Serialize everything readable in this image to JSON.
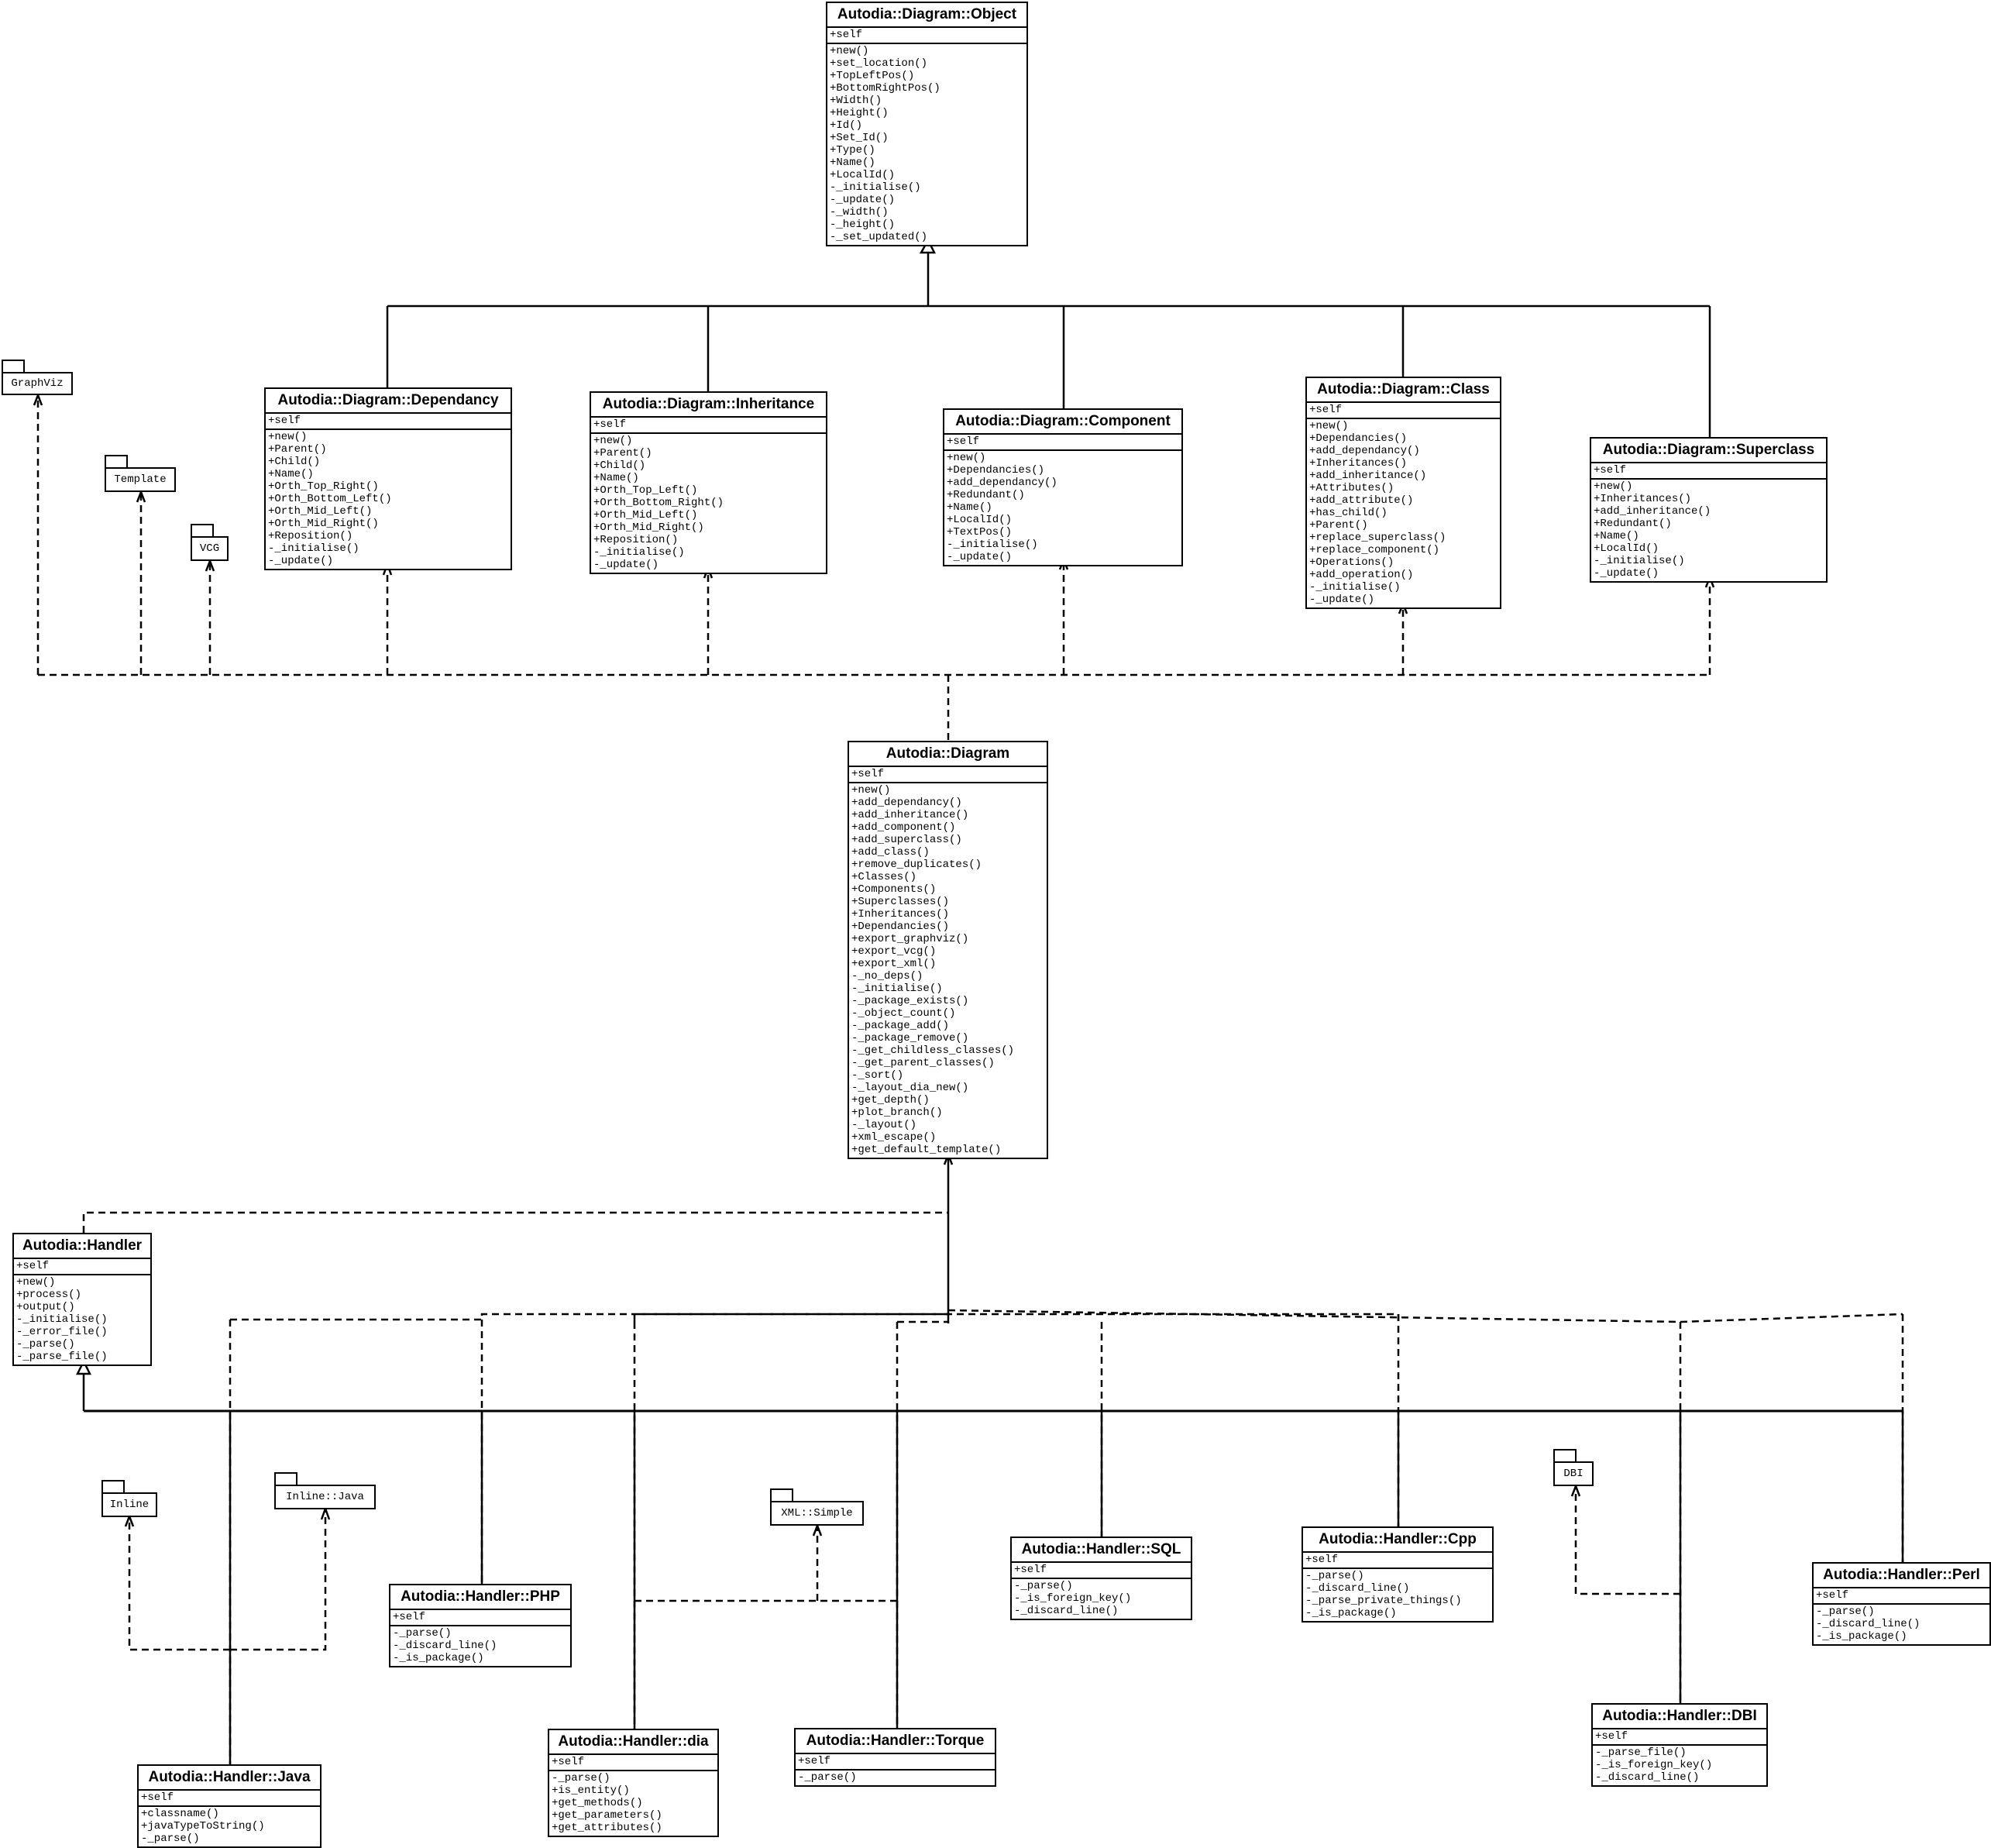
{
  "classes": [
    {
      "id": "object",
      "name": "Autodia::Diagram::Object",
      "attrs": [
        "+self"
      ],
      "ops": [
        "+new()",
        "+set_location()",
        "+TopLeftPos()",
        "+BottomRightPos()",
        "+Width()",
        "+Height()",
        "+Id()",
        "+Set_Id()",
        "+Type()",
        "+Name()",
        "+LocalId()",
        "-_initialise()",
        "-_update()",
        "-_width()",
        "-_height()",
        "-_set_updated()"
      ]
    },
    {
      "id": "dependancy",
      "name": "Autodia::Diagram::Dependancy",
      "attrs": [
        "+self"
      ],
      "ops": [
        "+new()",
        "+Parent()",
        "+Child()",
        "+Name()",
        "+Orth_Top_Right()",
        "+Orth_Bottom_Left()",
        "+Orth_Mid_Left()",
        "+Orth_Mid_Right()",
        "+Reposition()",
        "-_initialise()",
        "-_update()"
      ]
    },
    {
      "id": "inheritance",
      "name": "Autodia::Diagram::Inheritance",
      "attrs": [
        "+self"
      ],
      "ops": [
        "+new()",
        "+Parent()",
        "+Child()",
        "+Name()",
        "+Orth_Top_Left()",
        "+Orth_Bottom_Right()",
        "+Orth_Mid_Left()",
        "+Orth_Mid_Right()",
        "+Reposition()",
        "-_initialise()",
        "-_update()"
      ]
    },
    {
      "id": "component",
      "name": "Autodia::Diagram::Component",
      "attrs": [
        "+self"
      ],
      "ops": [
        "+new()",
        "+Dependancies()",
        "+add_dependancy()",
        "+Redundant()",
        "+Name()",
        "+LocalId()",
        "+TextPos()",
        "-_initialise()",
        "-_update()"
      ]
    },
    {
      "id": "class",
      "name": "Autodia::Diagram::Class",
      "attrs": [
        "+self"
      ],
      "ops": [
        "+new()",
        "+Dependancies()",
        "+add_dependancy()",
        "+Inheritances()",
        "+add_inheritance()",
        "+Attributes()",
        "+add_attribute()",
        "+has_child()",
        "+Parent()",
        "+replace_superclass()",
        "+replace_component()",
        "+Operations()",
        "+add_operation()",
        "-_initialise()",
        "-_update()"
      ]
    },
    {
      "id": "superclass",
      "name": "Autodia::Diagram::Superclass",
      "attrs": [
        "+self"
      ],
      "ops": [
        "+new()",
        "+Inheritances()",
        "+add_inheritance()",
        "+Redundant()",
        "+Name()",
        "+LocalId()",
        "-_initialise()",
        "-_update()"
      ]
    },
    {
      "id": "diagram",
      "name": "Autodia::Diagram",
      "attrs": [
        "+self"
      ],
      "ops": [
        "+new()",
        "+add_dependancy()",
        "+add_inheritance()",
        "+add_component()",
        "+add_superclass()",
        "+add_class()",
        "+remove_duplicates()",
        "+Classes()",
        "+Components()",
        "+Superclasses()",
        "+Inheritances()",
        "+Dependancies()",
        "+export_graphviz()",
        "+export_vcg()",
        "+export_xml()",
        "-_no_deps()",
        "-_initialise()",
        "-_package_exists()",
        "-_object_count()",
        "-_package_add()",
        "-_package_remove()",
        "-_get_childless_classes()",
        "-_get_parent_classes()",
        "-_sort()",
        "-_layout_dia_new()",
        "+get_depth()",
        "+plot_branch()",
        "-_layout()",
        "+xml_escape()",
        "+get_default_template()"
      ]
    },
    {
      "id": "handler",
      "name": "Autodia::Handler",
      "attrs": [
        "+self"
      ],
      "ops": [
        "+new()",
        "+process()",
        "+output()",
        "-_initialise()",
        "-_error_file()",
        "-_parse()",
        "-_parse_file()"
      ]
    },
    {
      "id": "php",
      "name": "Autodia::Handler::PHP",
      "attrs": [
        "+self"
      ],
      "ops": [
        "-_parse()",
        "-_discard_line()",
        "-_is_package()"
      ]
    },
    {
      "id": "sql",
      "name": "Autodia::Handler::SQL",
      "attrs": [
        "+self"
      ],
      "ops": [
        "-_parse()",
        "-_is_foreign_key()",
        "-_discard_line()"
      ]
    },
    {
      "id": "cpp",
      "name": "Autodia::Handler::Cpp",
      "attrs": [
        "+self"
      ],
      "ops": [
        "-_parse()",
        "-_discard_line()",
        "-_parse_private_things()",
        "-_is_package()"
      ]
    },
    {
      "id": "perl",
      "name": "Autodia::Handler::Perl",
      "attrs": [
        "+self"
      ],
      "ops": [
        "-_parse()",
        "-_discard_line()",
        "-_is_package()"
      ]
    },
    {
      "id": "java",
      "name": "Autodia::Handler::Java",
      "attrs": [
        "+self"
      ],
      "ops": [
        "+classname()",
        "+javaTypeToString()",
        "-_parse()"
      ]
    },
    {
      "id": "dia",
      "name": "Autodia::Handler::dia",
      "attrs": [
        "+self"
      ],
      "ops": [
        "-_parse()",
        "+is_entity()",
        "+get_methods()",
        "+get_parameters()",
        "+get_attributes()"
      ]
    },
    {
      "id": "torque",
      "name": "Autodia::Handler::Torque",
      "attrs": [
        "+self"
      ],
      "ops": [
        "-_parse()"
      ]
    },
    {
      "id": "dbi",
      "name": "Autodia::Handler::DBI",
      "attrs": [
        "+self"
      ],
      "ops": [
        "-_parse_file()",
        "-_is_foreign_key()",
        "-_discard_line()"
      ]
    }
  ],
  "packages": [
    {
      "id": "graphviz",
      "label": "GraphViz"
    },
    {
      "id": "template",
      "label": "Template"
    },
    {
      "id": "vcg",
      "label": "VCG"
    },
    {
      "id": "inline",
      "label": "Inline"
    },
    {
      "id": "inline_java",
      "label": "Inline::Java"
    },
    {
      "id": "xml_simple",
      "label": "XML::Simple"
    },
    {
      "id": "dbi_pkg",
      "label": "DBI"
    }
  ],
  "relationships": [
    {
      "kind": "inheritance",
      "from": "dependancy",
      "to": "object"
    },
    {
      "kind": "inheritance",
      "from": "inheritance",
      "to": "object"
    },
    {
      "kind": "inheritance",
      "from": "component",
      "to": "object"
    },
    {
      "kind": "inheritance",
      "from": "class",
      "to": "object"
    },
    {
      "kind": "inheritance",
      "from": "superclass",
      "to": "object"
    },
    {
      "kind": "dependency",
      "from": "diagram",
      "to": "graphviz"
    },
    {
      "kind": "dependency",
      "from": "diagram",
      "to": "template"
    },
    {
      "kind": "dependency",
      "from": "diagram",
      "to": "vcg"
    },
    {
      "kind": "dependency",
      "from": "diagram",
      "to": "dependancy"
    },
    {
      "kind": "dependency",
      "from": "diagram",
      "to": "inheritance"
    },
    {
      "kind": "dependency",
      "from": "diagram",
      "to": "component"
    },
    {
      "kind": "dependency",
      "from": "diagram",
      "to": "class"
    },
    {
      "kind": "dependency",
      "from": "diagram",
      "to": "superclass"
    },
    {
      "kind": "dependency",
      "from": "handler",
      "to": "diagram"
    },
    {
      "kind": "inheritance",
      "from": "java",
      "to": "handler"
    },
    {
      "kind": "inheritance",
      "from": "php",
      "to": "handler"
    },
    {
      "kind": "inheritance",
      "from": "dia",
      "to": "handler"
    },
    {
      "kind": "inheritance",
      "from": "torque",
      "to": "handler"
    },
    {
      "kind": "inheritance",
      "from": "sql",
      "to": "handler"
    },
    {
      "kind": "inheritance",
      "from": "cpp",
      "to": "handler"
    },
    {
      "kind": "inheritance",
      "from": "dbi",
      "to": "handler"
    },
    {
      "kind": "inheritance",
      "from": "perl",
      "to": "handler"
    },
    {
      "kind": "dependency",
      "from": "java",
      "to": "diagram"
    },
    {
      "kind": "dependency",
      "from": "php",
      "to": "diagram"
    },
    {
      "kind": "dependency",
      "from": "dia",
      "to": "diagram"
    },
    {
      "kind": "dependency",
      "from": "torque",
      "to": "diagram"
    },
    {
      "kind": "dependency",
      "from": "sql",
      "to": "diagram"
    },
    {
      "kind": "dependency",
      "from": "cpp",
      "to": "diagram"
    },
    {
      "kind": "dependency",
      "from": "dbi",
      "to": "diagram"
    },
    {
      "kind": "dependency",
      "from": "perl",
      "to": "diagram"
    },
    {
      "kind": "dependency",
      "from": "java",
      "to": "inline"
    },
    {
      "kind": "dependency",
      "from": "java",
      "to": "inline_java"
    },
    {
      "kind": "dependency",
      "from": "dia",
      "to": "xml_simple"
    },
    {
      "kind": "dependency",
      "from": "torque",
      "to": "xml_simple"
    },
    {
      "kind": "dependency",
      "from": "dbi",
      "to": "dbi_pkg"
    }
  ]
}
